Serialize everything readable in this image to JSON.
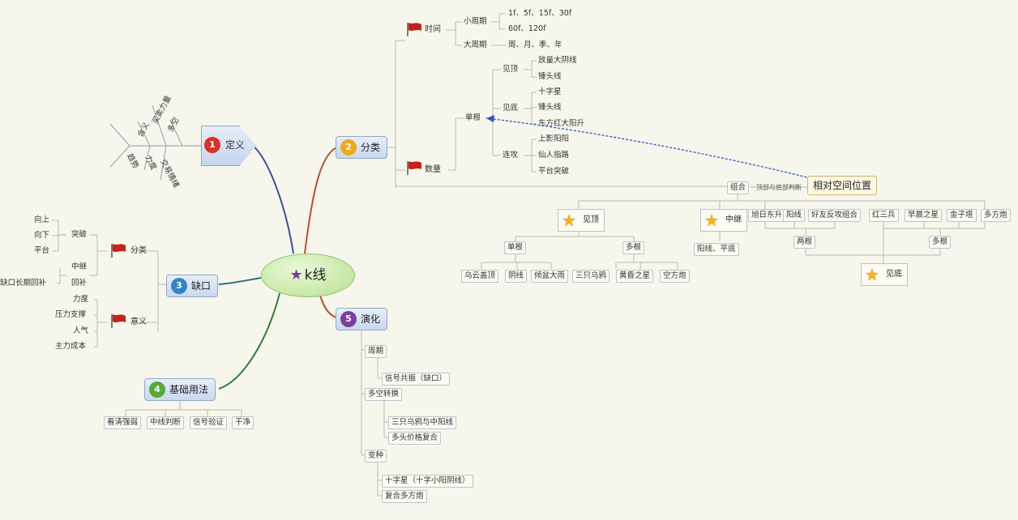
{
  "center": {
    "label": "k线"
  },
  "colors": {
    "n1": "#d9322b",
    "n2": "#f0a81c",
    "n3": "#2f86c5",
    "n4": "#55aa3a",
    "n5": "#7b3f9e",
    "flag": "#c6221a",
    "star": "#f3b21a"
  },
  "icons": {
    "center": "star-icon",
    "flags": "red-flag-icon",
    "stars": "gold-star-icon"
  },
  "definition": {
    "num": "1",
    "title": "定义",
    "fish": [
      "多空",
      "含义",
      "买卖力量",
      "交易情绪",
      "力度",
      "趋势"
    ]
  },
  "category": {
    "num": "2",
    "title": "分类",
    "time": {
      "label": "时间",
      "small": {
        "label": "小周期",
        "items": [
          "1f、5f、15f、30f",
          "60f、120f"
        ]
      },
      "large": {
        "label": "大周期",
        "items": [
          "周、月、季、年"
        ]
      }
    },
    "count": {
      "label": "数量",
      "single": {
        "label": "单根",
        "groups": [
          {
            "label": "见顶",
            "items": [
              "放量大阴线",
              "锤头线"
            ]
          },
          {
            "label": "见底",
            "items": [
              "十字星",
              "锤头线",
              "东方红大阳升"
            ]
          },
          {
            "label": "连攻",
            "items": [
              "上影阳阳",
              "仙人指路",
              "平台突破"
            ]
          }
        ]
      },
      "combo": {
        "label": "组合",
        "note": "顶部与底部判断",
        "relative": "相对空间位置",
        "top": {
          "label": "见顶",
          "single": {
            "label": "单根",
            "items": [
              "乌云盖顶",
              "阴线",
              "倾盆大雨"
            ]
          },
          "multi": {
            "label": "多根",
            "items": [
              "三只乌鸦",
              "黄昏之星",
              "空方炮"
            ]
          }
        },
        "mid": {
          "label": "中继",
          "items": [
            "阳线、平底"
          ]
        },
        "bottom": {
          "label": "见底",
          "single": {
            "label": "两根",
            "items": [
              "旭日东升",
              "阳线",
              "好友反攻组合"
            ]
          },
          "multi": {
            "label": "多根",
            "items": [
              "红三兵",
              "早晨之星",
              "金子塔",
              "多方炮"
            ]
          }
        }
      }
    }
  },
  "gap": {
    "num": "3",
    "title": "缺口",
    "types": {
      "label": "分类",
      "groups": [
        {
          "label": "突破",
          "items": [
            "向上",
            "向下",
            "平台"
          ]
        },
        {
          "label": "回补",
          "items": [
            "中继",
            "缺口长期回补"
          ]
        }
      ]
    },
    "meaning": {
      "label": "意义",
      "items": [
        "力度",
        "压力支撑",
        "人气",
        "主力成本"
      ]
    }
  },
  "basic": {
    "num": "4",
    "title": "基础用法",
    "items": [
      "看清强弱",
      "中线判断",
      "信号验证",
      "干净"
    ]
  },
  "evolution": {
    "num": "5",
    "title": "演化",
    "groups": [
      {
        "label": "周期",
        "items": [
          "信号共振（缺口）"
        ]
      },
      {
        "label": "多空转换",
        "items": [
          "三只乌鸦与中阳线",
          "多头价格复合"
        ]
      },
      {
        "label": "变种",
        "items": [
          "十字星（十字小阳阴线）",
          "复合多方炮"
        ]
      }
    ]
  }
}
